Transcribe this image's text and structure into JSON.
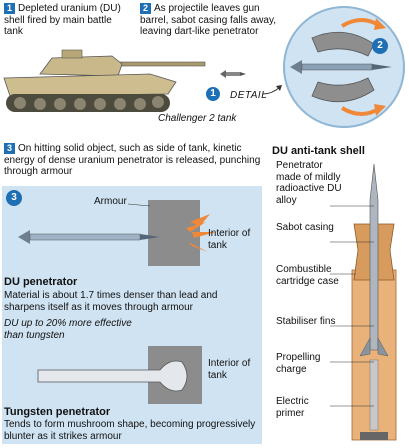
{
  "steps": {
    "s1": {
      "num": "1",
      "text": "Depleted uranium (DU) shell fired by main battle tank"
    },
    "s2": {
      "num": "2",
      "text": "As projectile leaves gun barrel, sabot casing falls away, leaving dart-like penetrator"
    },
    "s3": {
      "num": "3",
      "text": "On hitting solid object, such as side of tank, kinetic energy of dense uranium penetrator is released, punching through armour"
    }
  },
  "tank_label": "Challenger 2 tank",
  "detail_label": "DETAIL",
  "marker_1": "1",
  "marker_2": "2",
  "marker_3": "3",
  "impact": {
    "armour_label": "Armour",
    "interior_label_1": "Interior of tank",
    "interior_label_2": "Interior of tank",
    "du_title": "DU penetrator",
    "du_text": "Material is about 1.7 times denser than lead and sharpens itself as it moves through armour",
    "du_note": "DU up to 20% more effective than tungsten",
    "tungsten_title": "Tungsten penetrator",
    "tungsten_text": "Tends to form mushroom shape, becoming progressively blunter as it strikes armour"
  },
  "shell": {
    "title": "DU anti-tank shell",
    "labels": [
      "Penetrator made of mildly radioactive DU alloy",
      "Sabot casing",
      "Combustible cartridge case",
      "Stabiliser fins",
      "Propelling charge",
      "Electric primer"
    ]
  },
  "colors": {
    "badge_blue": "#1f6fb5",
    "panel_blue": "#cfe3f2",
    "tank_khaki": "#c9b98a",
    "armour_gray": "#8c8c8c",
    "flash_orange": "#f0883a",
    "casing_tan": "#e8b27a"
  }
}
